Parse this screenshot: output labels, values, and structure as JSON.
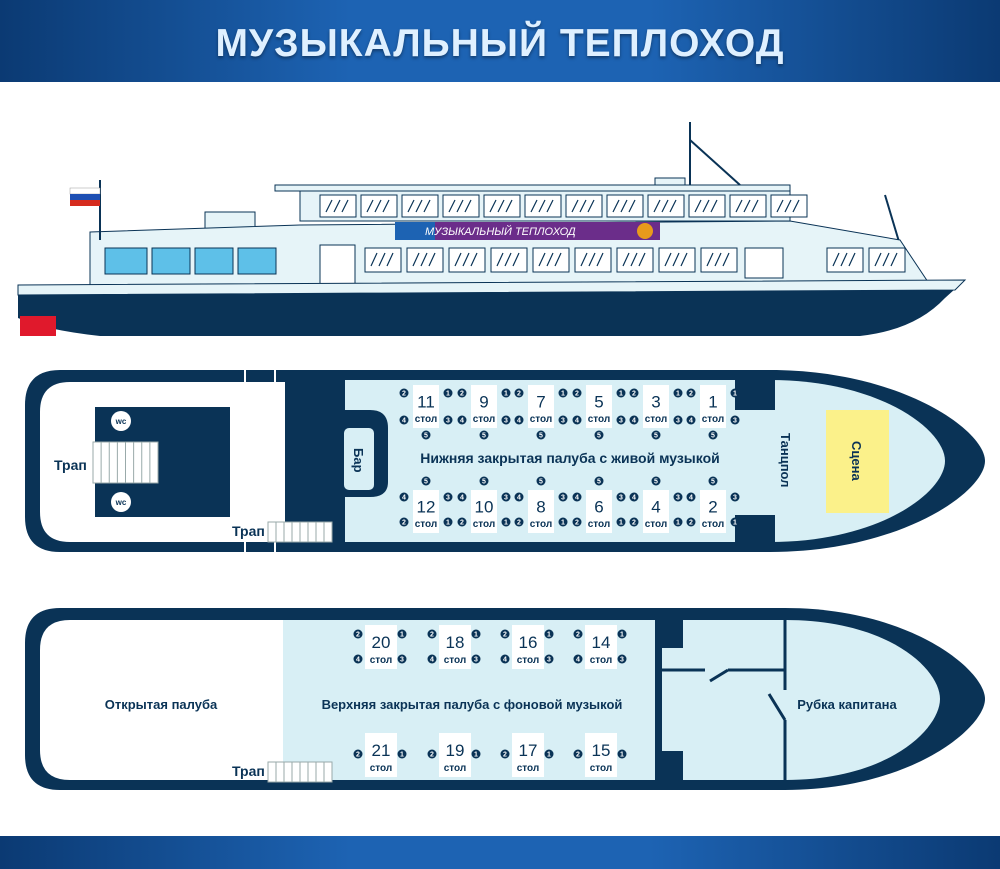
{
  "header": {
    "title": "МУЗЫКАЛЬНЫЙ ТЕПЛОХОД"
  },
  "ship": {
    "banner_text": "МУЗЫКАЛЬНЫЙ ТЕПЛОХОД"
  },
  "table_label": "стол",
  "wc_label": "wc",
  "lower_deck": {
    "title": "Нижняя закрытая палуба с живой музыкой",
    "bar": "Бар",
    "gangway_left": "Трап",
    "gangway_bottom": "Трап",
    "dance_floor": "Танцпол",
    "stage": "Сцена",
    "top_tables": [
      "11",
      "9",
      "7",
      "5",
      "3",
      "1"
    ],
    "bottom_tables": [
      "12",
      "10",
      "8",
      "6",
      "4",
      "2"
    ],
    "seats_top": {
      "top_left": "2",
      "top_right": "1",
      "bottom_left": "4",
      "bottom_right": "3",
      "below": "5"
    },
    "seats_bottom": {
      "above": "5",
      "top_left": "4",
      "top_right": "3",
      "bottom_left": "2",
      "bottom_right": "1"
    }
  },
  "upper_deck": {
    "title": "Верхняя закрытая палуба с фоновой музыкой",
    "open_deck": "Открытая палуба",
    "gangway": "Трап",
    "captain_cabin": "Рубка капитана",
    "top_tables": [
      "20",
      "18",
      "16",
      "14"
    ],
    "bottom_tables": [
      "21",
      "19",
      "17",
      "15"
    ],
    "seats_top": {
      "top_left": "2",
      "top_right": "1",
      "bottom_left": "4",
      "bottom_right": "3"
    },
    "seats_bottom": {
      "left": "2",
      "right": "1"
    }
  },
  "colors": {
    "navy": "#0a3356",
    "light": "#d8eff5",
    "stage": "#fbf18a",
    "header": "#1d63b3"
  }
}
